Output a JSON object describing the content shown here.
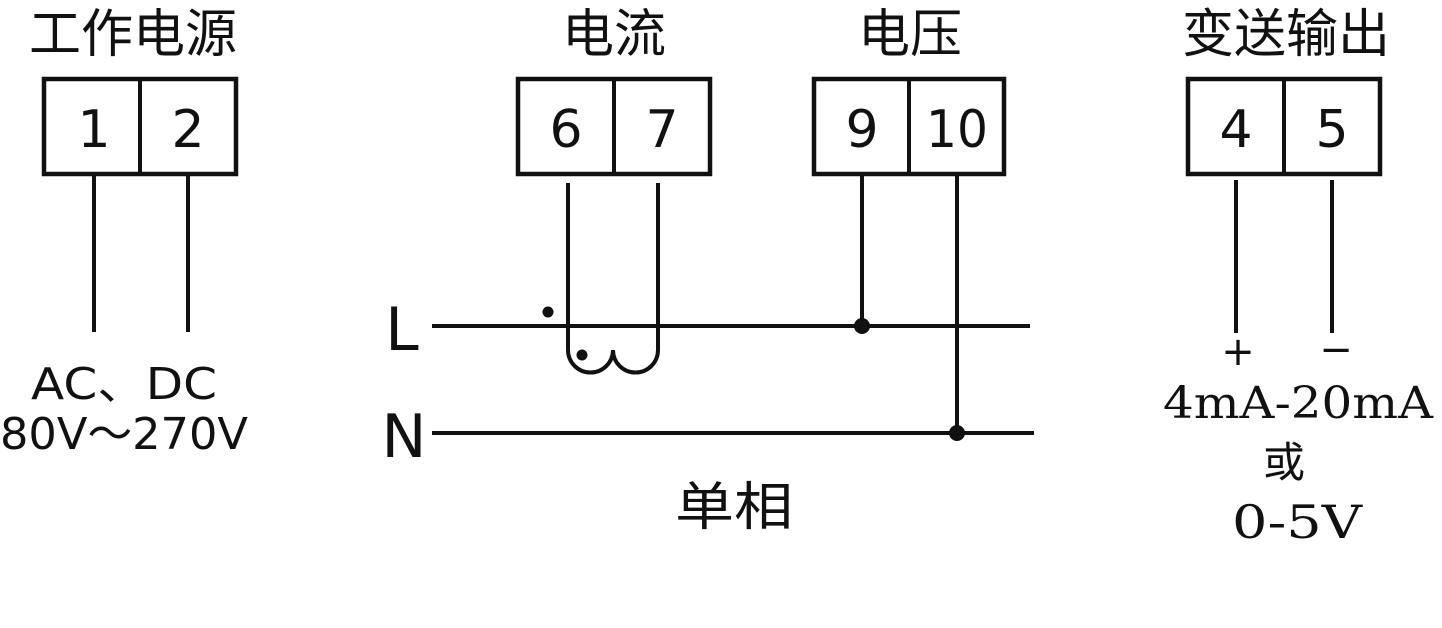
{
  "colors": {
    "ink": "#111111",
    "background": "#ffffff"
  },
  "groups": {
    "power": {
      "title": "工作电源",
      "terminals": [
        "1",
        "2"
      ],
      "spec_line1": "AC、DC",
      "spec_line2": "80V～270V"
    },
    "current": {
      "title": "电流",
      "terminals": [
        "6",
        "7"
      ]
    },
    "voltage": {
      "title": "电压",
      "terminals": [
        "9",
        "10"
      ]
    },
    "output": {
      "title": "变送输出",
      "terminals": [
        "4",
        "5"
      ],
      "positive": "+",
      "negative": "−",
      "range_current": "4mA-20mA",
      "or_text": "或",
      "range_voltage": "0-5V"
    }
  },
  "lines": {
    "live": "L",
    "neutral": "N"
  },
  "caption": "单相"
}
